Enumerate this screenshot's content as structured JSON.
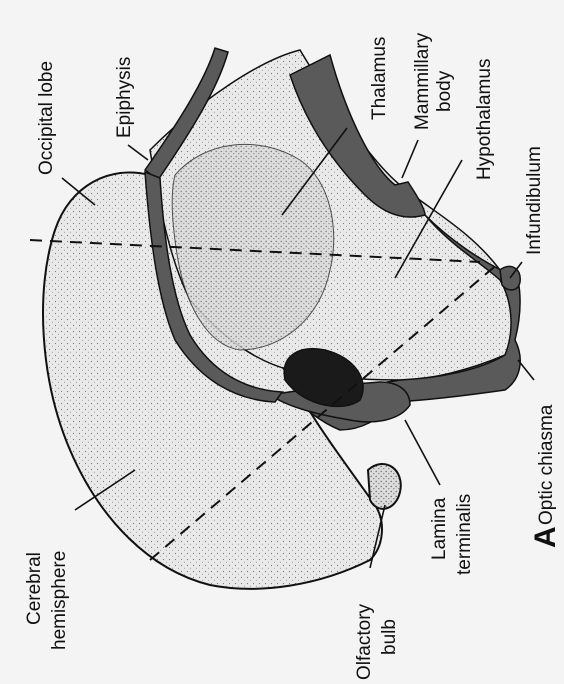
{
  "figure_letter": "A",
  "labels": {
    "occipital_lobe": "Occipital lobe",
    "epiphysis": "Epiphysis",
    "thalamus": "Thalamus",
    "mammillary_body_1": "Mammillary",
    "mammillary_body_2": "body",
    "hypothalamus": "Hypothalamus",
    "infundibulum": "Infundibulum",
    "optic_chiasma": "Optic chiasma",
    "lamina_terminalis_1": "Lamina",
    "lamina_terminalis_2": "terminalis",
    "olfactory_bulb_1": "Olfactory",
    "olfactory_bulb_2": "bulb",
    "cerebral_hemisphere_1": "Cerebral",
    "cerebral_hemisphere_2": "hemisphere"
  },
  "colors": {
    "ink": "#111111",
    "wall": "#5a5a5a",
    "tissue": "#e4e4e4",
    "tissue_dark": "#c8c8c8"
  }
}
